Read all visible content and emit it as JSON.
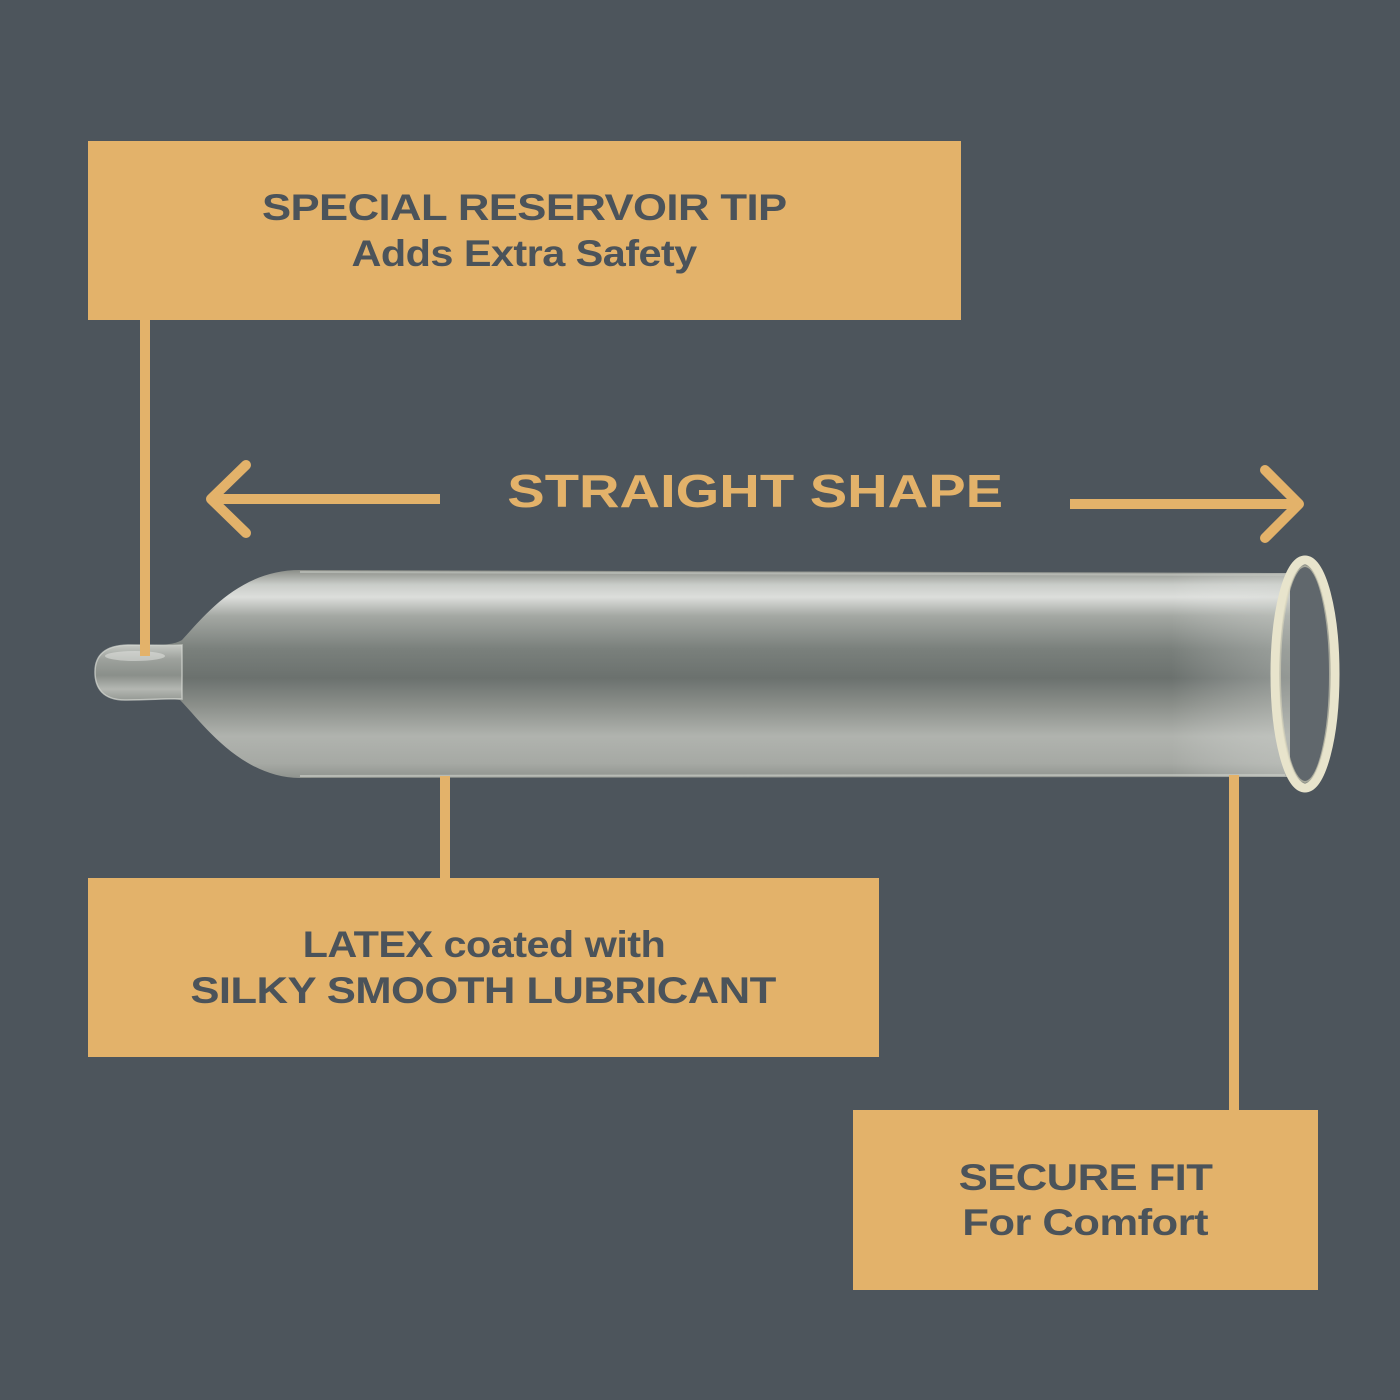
{
  "colors": {
    "background": "#4d555c",
    "accent": "#e3b26a",
    "text_dark": "#4b535a",
    "ring": "#e8e4cc"
  },
  "shape_banner": {
    "label": "STRAIGHT SHAPE",
    "left_arrow_icon": "arrow-left",
    "right_arrow_icon": "arrow-right"
  },
  "callouts": [
    {
      "id": "reservoir-tip",
      "lines": [
        "SPECIAL RESERVOIR TIP",
        "Adds Extra Safety"
      ]
    },
    {
      "id": "latex-lubricant",
      "lines": [
        "LATEX coated with",
        "SILKY SMOOTH LUBRICANT"
      ]
    },
    {
      "id": "secure-fit",
      "lines": [
        "SECURE FIT",
        "For Comfort"
      ]
    }
  ]
}
